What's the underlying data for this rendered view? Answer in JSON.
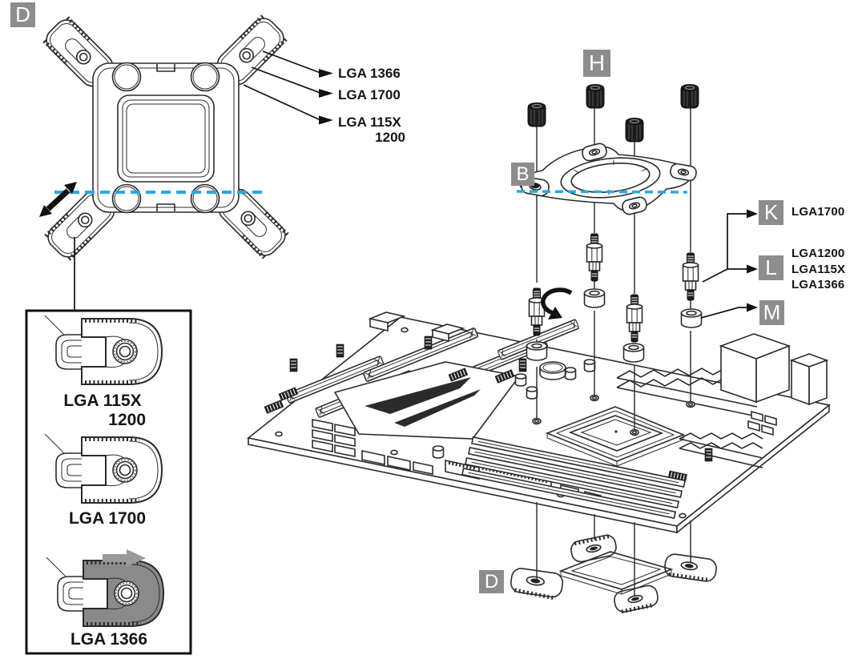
{
  "badges": {
    "d_top": "D",
    "h": "H",
    "b": "B",
    "k": "K",
    "l": "L",
    "m": "M",
    "d_bottom": "D"
  },
  "socket_labels": {
    "lga1366": "LGA 1366",
    "lga1700": "LGA 1700",
    "lga115x": "LGA 115X",
    "lga1200": "1200"
  },
  "callouts": {
    "k": "LGA1700",
    "l1": "LGA1200",
    "l2": "LGA115X",
    "l3": "LGA1366"
  },
  "detail_box": {
    "view1_label": "LGA 115X",
    "view1_sublabel": "1200",
    "view2_label": "LGA 1700",
    "view3_label": "LGA 1366"
  },
  "colors": {
    "badge": "#8d8d8d",
    "dash": "#29a8e0",
    "grayfill": "#8a8a8a",
    "grayarrow": "#9a9a9a"
  }
}
